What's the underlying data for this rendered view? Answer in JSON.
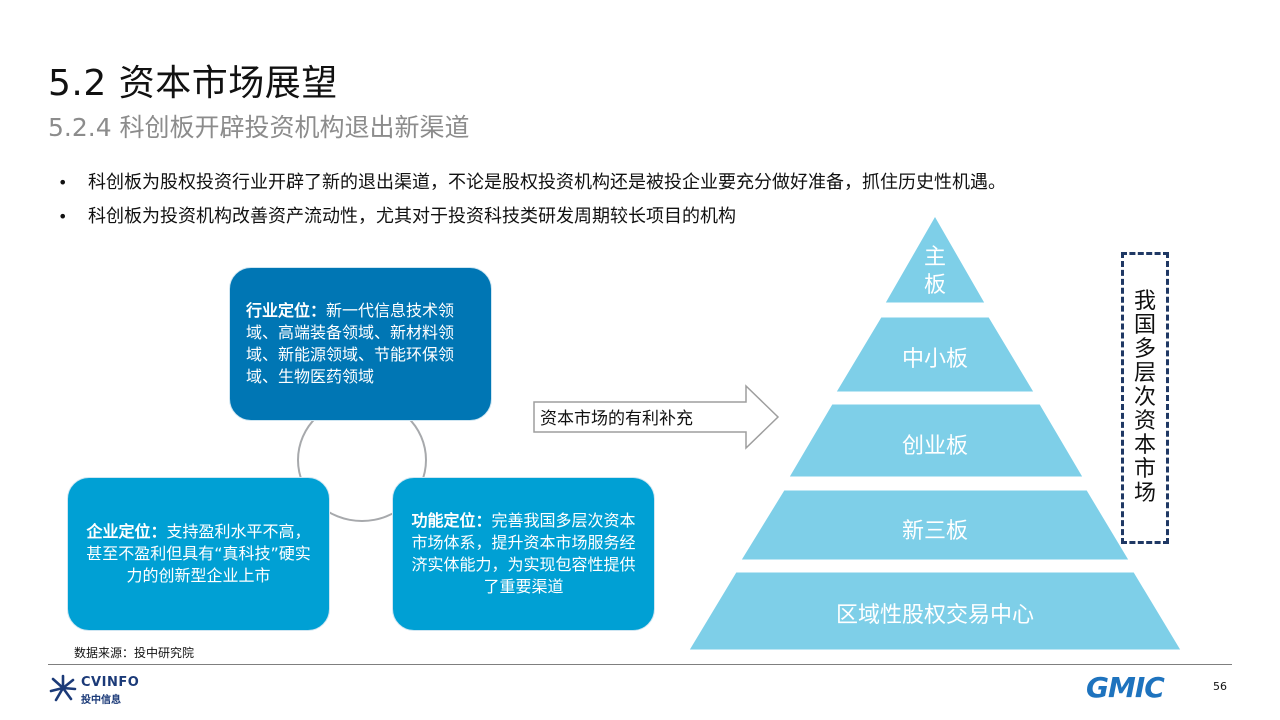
{
  "header": {
    "title": "5.2 资本市场展望",
    "subtitle": "5.2.4 科创板开辟投资机构退出新渠道"
  },
  "bullets": [
    "科创板为股权投资行业开辟了新的退出渠道，不论是股权投资机构还是被投企业要充分做好准备，抓住历史性机遇。",
    "科创板为投资机构改善资产流动性，尤其对于投资科技类研发周期较长项目的机构"
  ],
  "positions": {
    "industry": {
      "heading": "行业定位：",
      "text": "新一代信息技术领域、高端装备领域、新材料领域、新能源领域、节能环保领域、生物医药领域"
    },
    "enterprise": {
      "heading": "企业定位：",
      "text": "支持盈利水平不高，甚至不盈利但具有“真科技”硬实力的创新型企业上市"
    },
    "function": {
      "heading": "功能定位：",
      "text": "完善我国多层次资本市场体系，提升资本市场服务经济实体能力，为实现包容性提供了重要渠道"
    }
  },
  "arrow_label": "资本市场的有利补充",
  "pyramid": {
    "tiers": [
      "主板",
      "中小板",
      "创业板",
      "新三板",
      "区域性股权交易中心"
    ],
    "fill_color": "#7ecfe8",
    "side_label": "我国多层次资本市场"
  },
  "footer": {
    "source": "数据来源：投中研究院",
    "logo_left_line1": "CVINFO",
    "logo_left_line2": "投中信息",
    "logo_right": "GMIC",
    "page_number": "56"
  },
  "colors": {
    "dark_blue_box": "#0076b4",
    "light_blue_box": "#00a0d4",
    "dashed_border": "#1f3864"
  },
  "icons": {
    "logo_left": "cvinfo-logo-icon",
    "arrow": "right-arrow-icon"
  }
}
